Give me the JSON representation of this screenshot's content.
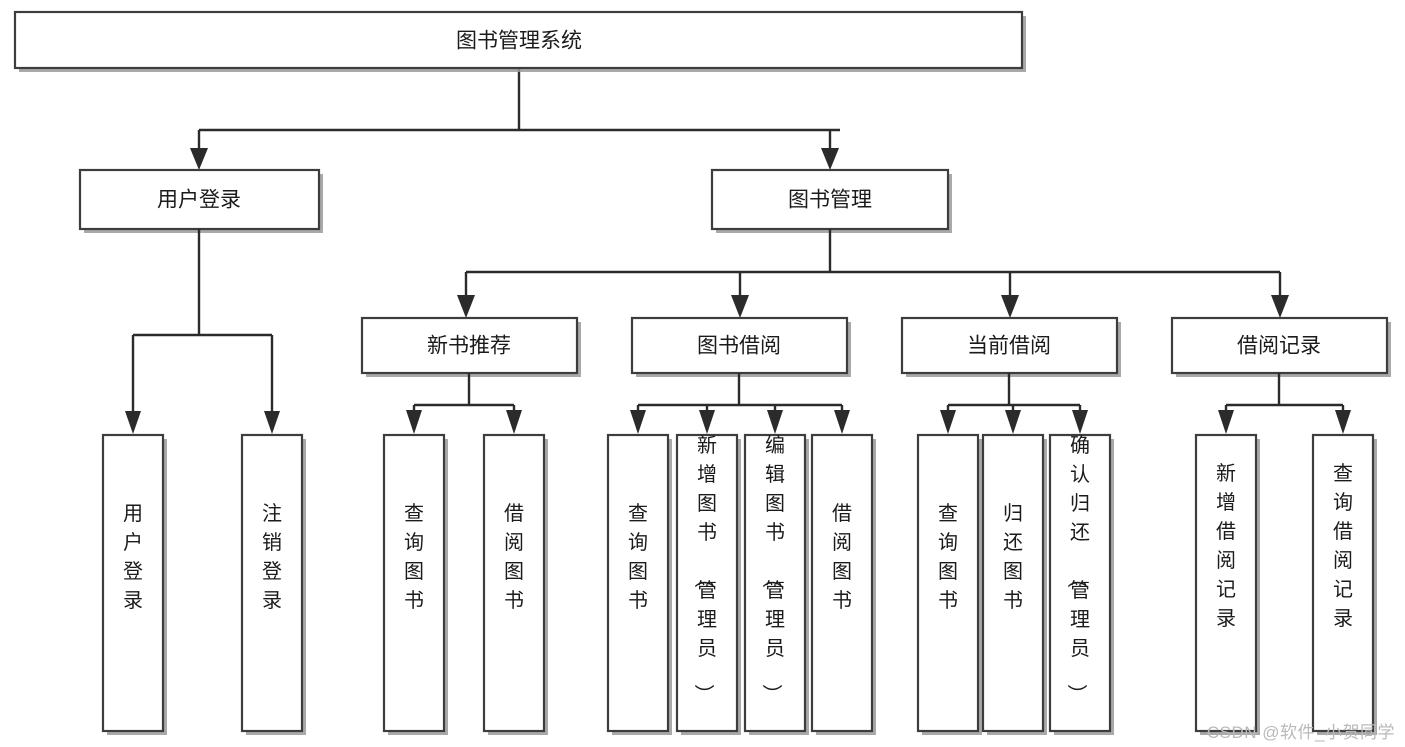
{
  "diagram": {
    "title": "图书管理系统",
    "type": "hierarchy-tree",
    "watermark": "CSDN @软件_小贺同学",
    "colors": {
      "box_fill": "#ffffff",
      "box_stroke": "#3d3d3d",
      "connector": "#2b2b2b",
      "shadow": "#9a9a9a",
      "text": "#1b1b1b",
      "watermark": "#b9b9b9",
      "background": "#ffffff"
    },
    "levels": [
      {
        "level": 1,
        "nodes": [
          {
            "id": "root",
            "label": "图书管理系统",
            "orientation": "horizontal"
          }
        ]
      },
      {
        "level": 2,
        "nodes": [
          {
            "id": "login",
            "label": "用户登录",
            "orientation": "horizontal",
            "parent": "root"
          },
          {
            "id": "bookmgmt",
            "label": "图书管理",
            "orientation": "horizontal",
            "parent": "root"
          }
        ]
      },
      {
        "level": 3,
        "nodes": [
          {
            "id": "newbook",
            "label": "新书推荐",
            "orientation": "horizontal",
            "parent": "bookmgmt"
          },
          {
            "id": "borrow",
            "label": "图书借阅",
            "orientation": "horizontal",
            "parent": "bookmgmt"
          },
          {
            "id": "current",
            "label": "当前借阅",
            "orientation": "horizontal",
            "parent": "bookmgmt"
          },
          {
            "id": "records",
            "label": "借阅记录",
            "orientation": "horizontal",
            "parent": "bookmgmt"
          }
        ]
      },
      {
        "level": 4,
        "nodes": [
          {
            "id": "leaf-user-login",
            "label": "用户登录",
            "orientation": "vertical",
            "parent": "login"
          },
          {
            "id": "leaf-user-logout",
            "label": "注销登录",
            "orientation": "vertical",
            "parent": "login"
          },
          {
            "id": "leaf-newbook-query",
            "label": "查询图书",
            "orientation": "vertical",
            "parent": "newbook"
          },
          {
            "id": "leaf-newbook-borrow",
            "label": "借阅图书",
            "orientation": "vertical",
            "parent": "newbook"
          },
          {
            "id": "leaf-borrow-query",
            "label": "查询图书",
            "orientation": "vertical",
            "parent": "borrow"
          },
          {
            "id": "leaf-borrow-add",
            "label": "新增图书（管理员）",
            "orientation": "vertical",
            "parent": "borrow"
          },
          {
            "id": "leaf-borrow-edit",
            "label": "编辑图书（管理员）",
            "orientation": "vertical",
            "parent": "borrow"
          },
          {
            "id": "leaf-borrow-borrow",
            "label": "借阅图书",
            "orientation": "vertical",
            "parent": "borrow"
          },
          {
            "id": "leaf-current-query",
            "label": "查询图书",
            "orientation": "vertical",
            "parent": "current"
          },
          {
            "id": "leaf-current-return",
            "label": "归还图书",
            "orientation": "vertical",
            "parent": "current"
          },
          {
            "id": "leaf-current-confirm",
            "label": "确认归还（管理员）",
            "orientation": "vertical",
            "parent": "current"
          },
          {
            "id": "leaf-records-add",
            "label": "新增借阅记录",
            "orientation": "vertical",
            "parent": "records"
          },
          {
            "id": "leaf-records-query",
            "label": "查询借阅记录",
            "orientation": "vertical",
            "parent": "records"
          }
        ]
      }
    ]
  }
}
